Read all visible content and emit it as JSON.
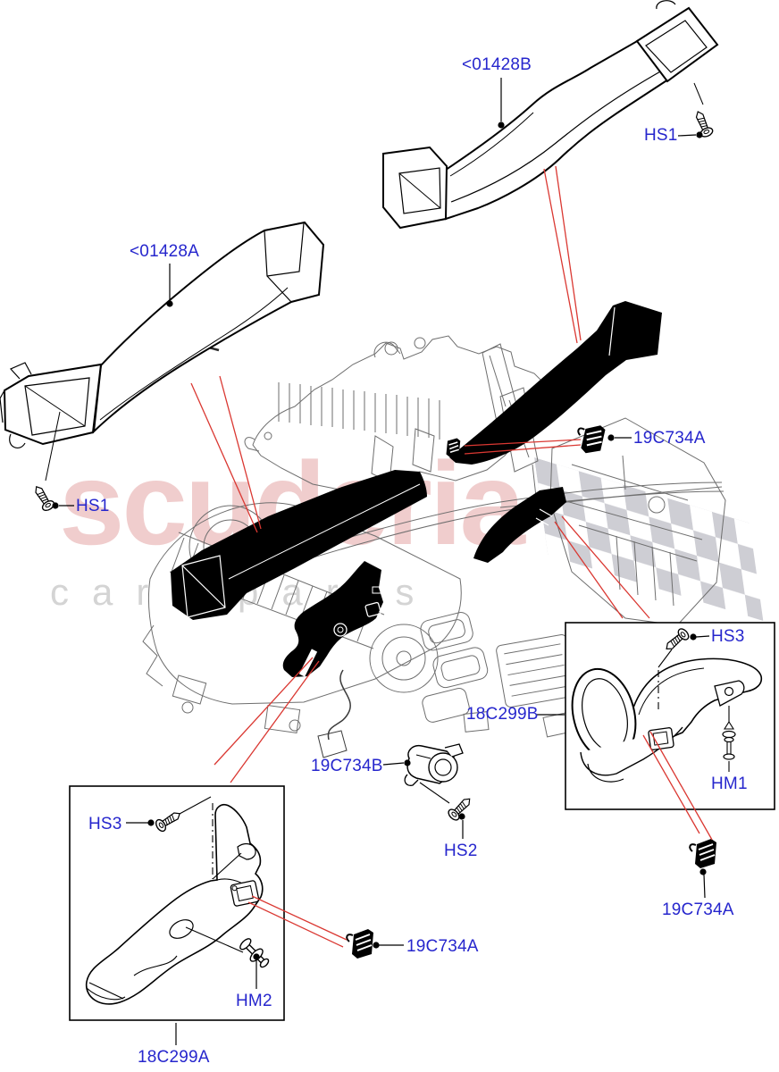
{
  "watermark": {
    "brand": "scuderia",
    "tagline": "car parts"
  },
  "labels": {
    "duct_b": "<01428B",
    "screw_hs1_top": "HS1",
    "duct_a": "<01428A",
    "screw_hs1_left": "HS1",
    "clip_mid_right": "19C734A",
    "assembly_b": "18C299B",
    "screw_hs3_right": "HS3",
    "pin_hm1": "HM1",
    "clip_bottom_right": "19C734A",
    "sensor": "19C734B",
    "screw_hs2": "HS2",
    "screw_hs3_left": "HS3",
    "pin_hm2": "HM2",
    "assembly_a": "18C299A",
    "clip_bottom_mid": "19C734A"
  },
  "colors": {
    "label_blue": "#2626cd",
    "reference_red": "#da3832",
    "line_black": "#000000",
    "machinery_gray": "#6e6e6e",
    "flag_gray": "#c9c9d0",
    "watermark_pink": "#e19c9c",
    "watermark_gray": "#b0b0b0",
    "background": "#ffffff"
  }
}
